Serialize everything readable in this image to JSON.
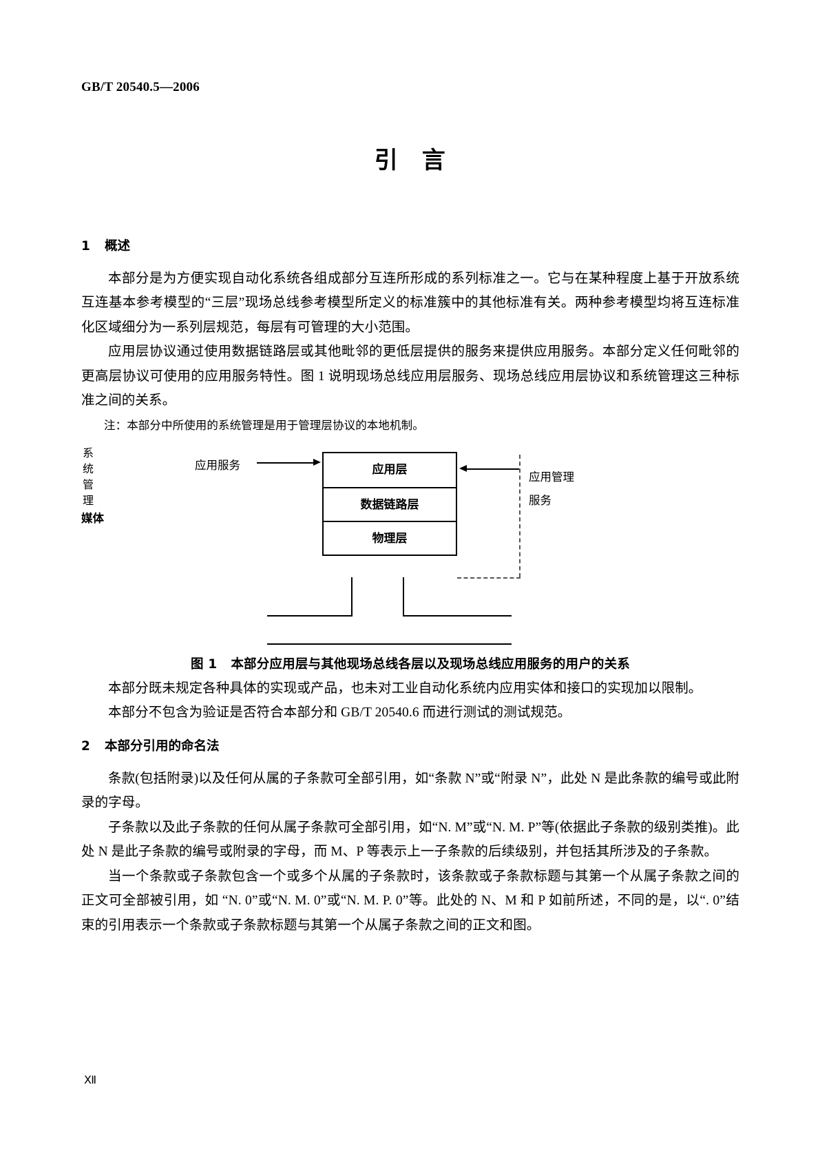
{
  "header": {
    "standard_id": "GB/T 20540.5—2006"
  },
  "title": "引　言",
  "sections": [
    {
      "number": "1",
      "heading": "概述",
      "paragraphs": [
        "本部分是为方便实现自动化系统各组成部分互连所形成的系列标准之一。它与在某种程度上基于开放系统互连基本参考模型的“三层”现场总线参考模型所定义的标准簇中的其他标准有关。两种参考模型均将互连标准化区域细分为一系列层规范，每层有可管理的大小范围。",
        "应用层协议通过使用数据链路层或其他毗邻的更低层提供的服务来提供应用服务。本部分定义任何毗邻的更高层协议可使用的应用服务特性。图 1 说明现场总线应用层服务、现场总线应用层协议和系统管理这三种标准之间的关系。"
      ],
      "note": "注：本部分中所使用的系统管理是用于管理层协议的本地机制。",
      "after_figure_paragraphs": [
        "本部分既未规定各种具体的实现或产品，也未对工业自动化系统内应用实体和接口的实现加以限制。",
        "本部分不包含为验证是否符合本部分和 GB/T 20540.6 而进行测试的测试规范。"
      ]
    },
    {
      "number": "2",
      "heading": "本部分引用的命名法",
      "paragraphs": [
        "条款(包括附录)以及任何从属的子条款可全部引用，如“条款 N”或“附录 N”，此处 N 是此条款的编号或此附录的字母。",
        "子条款以及此子条款的任何从属子条款可全部引用，如“N. M”或“N. M. P”等(依据此子条款的级别类推)。此处 N 是此子条款的编号或附录的字母，而 M、P 等表示上一子条款的后续级别，并包括其所涉及的子条款。",
        "当一个条款或子条款包含一个或多个从属的子条款时，该条款或子条款标题与其第一个从属子条款之间的正文可全部被引用，如 “N. 0”或“N. M. 0”或“N. M. P. 0”等。此处的 N、M 和 P 如前所述，不同的是，以“. 0”结束的引用表示一个条款或子条款标题与其第一个从属子条款之间的正文和图。"
      ]
    }
  ],
  "figure": {
    "caption_number": "图 1",
    "caption_text": "本部分应用层与其他现场总线各层以及现场总线应用服务的用户的关系",
    "layers": [
      {
        "label": "应用层"
      },
      {
        "label": "数据链路层"
      },
      {
        "label": "物理层"
      }
    ],
    "left_label": "应用服务",
    "right_label_line1": "应用管理",
    "right_label_line2": "服务",
    "boundary_label": "系统管理",
    "media_label": "媒体"
  },
  "page_number": "Ⅻ"
}
